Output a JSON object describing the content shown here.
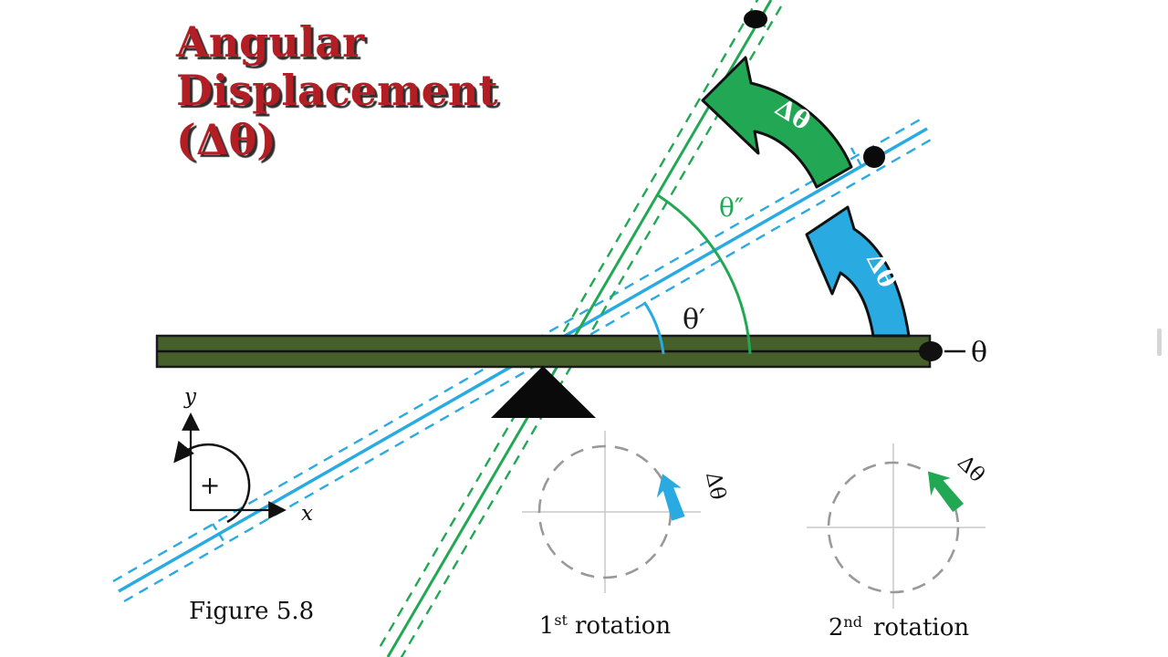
{
  "title": {
    "lines": [
      "Angular",
      "Displacement",
      "(Δθ)"
    ]
  },
  "figure_caption": "Figure 5.8",
  "diagram": {
    "angle_labels": {
      "initial": "θ",
      "first": "θ′",
      "second": "θ″"
    },
    "arrow_labels": {
      "green_delta": "Δθ",
      "blue_delta": "Δθ"
    },
    "axes": {
      "x": "x",
      "y": "y",
      "positive_direction": "+"
    }
  },
  "rotations": [
    {
      "ordinal": "1",
      "suffix": "st",
      "word": "rotation",
      "delta_label": "Δθ",
      "color": "#29ABE2"
    },
    {
      "ordinal": "2",
      "suffix": "nd",
      "word": "rotation",
      "delta_label": "Δθ",
      "color": "#22A854"
    }
  ],
  "colors": {
    "title_red": "#B21E24",
    "rod_green": "#22A854",
    "rod_blue": "#29ABE2",
    "bar_olive": "#45602A",
    "dashed_circle_gray": "#999999",
    "crosshair_gray": "#C9C9C9",
    "ink_black": "#111111"
  }
}
